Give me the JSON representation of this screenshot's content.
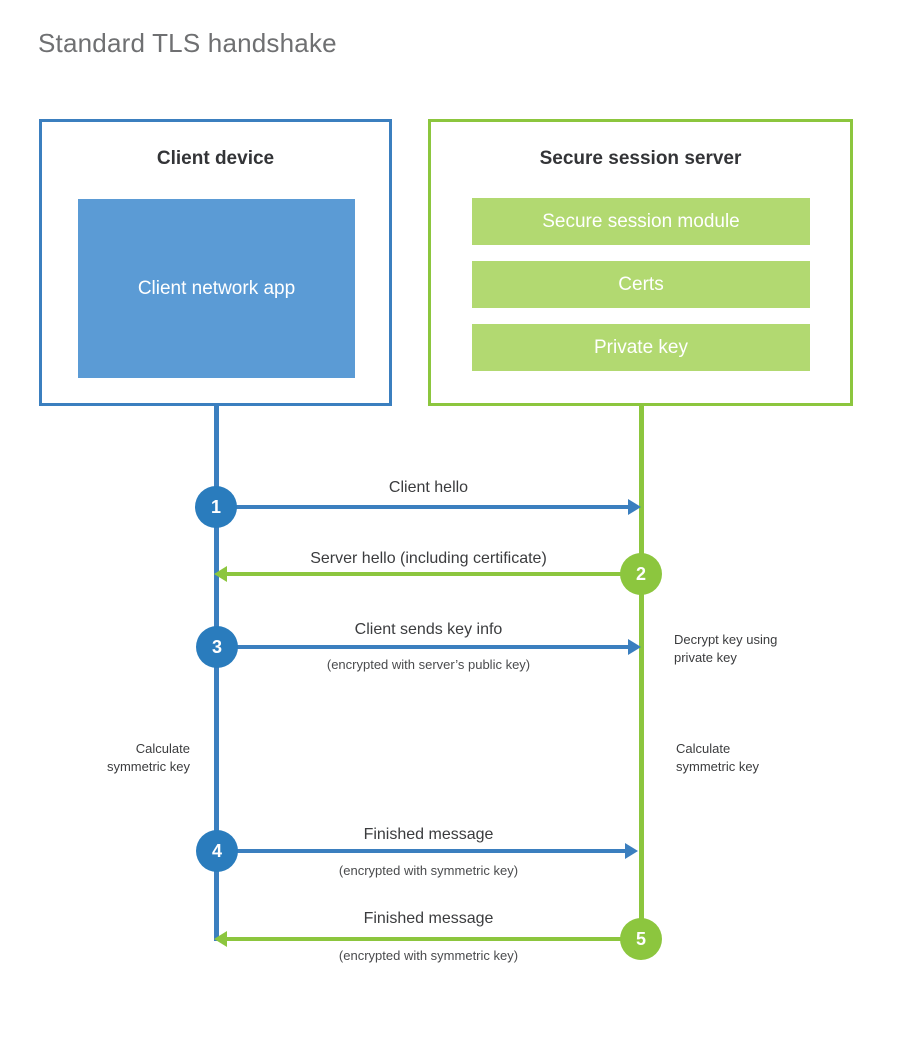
{
  "diagram": {
    "title": "Standard TLS handshake",
    "colors": {
      "client_accent": "#3b7fbf",
      "client_block_fill": "#5b9bd5",
      "client_circle": "#2a7cbd",
      "server_accent": "#8cc63e",
      "server_bar_fill": "#b2d971",
      "title_text": "#6f7072",
      "body_text": "#3b3c3e",
      "background": "#ffffff"
    },
    "parties": {
      "client": {
        "title": "Client device",
        "block_label": "Client network app"
      },
      "server": {
        "title": "Secure session server",
        "bars": [
          "Secure session module",
          "Certs",
          "Private key"
        ]
      }
    },
    "steps": [
      {
        "number": "1",
        "direction": "client-to-server",
        "label": "Client hello",
        "sublabel": ""
      },
      {
        "number": "2",
        "direction": "server-to-client",
        "label": "Server hello (including certificate)",
        "sublabel": ""
      },
      {
        "number": "3",
        "direction": "client-to-server",
        "label": "Client sends key info",
        "sublabel": "(encrypted with server’s public key)"
      },
      {
        "number": "4",
        "direction": "client-to-server",
        "label": "Finished message",
        "sublabel": "(encrypted with symmetric key)"
      },
      {
        "number": "5",
        "direction": "server-to-client",
        "label": "Finished message",
        "sublabel": "(encrypted with symmetric key)"
      }
    ],
    "notes": {
      "decrypt_key": "Decrypt key using\nprivate key",
      "client_calculate": "Calculate\nsymmetric key",
      "server_calculate": "Calculate\nsymmetric key"
    }
  }
}
